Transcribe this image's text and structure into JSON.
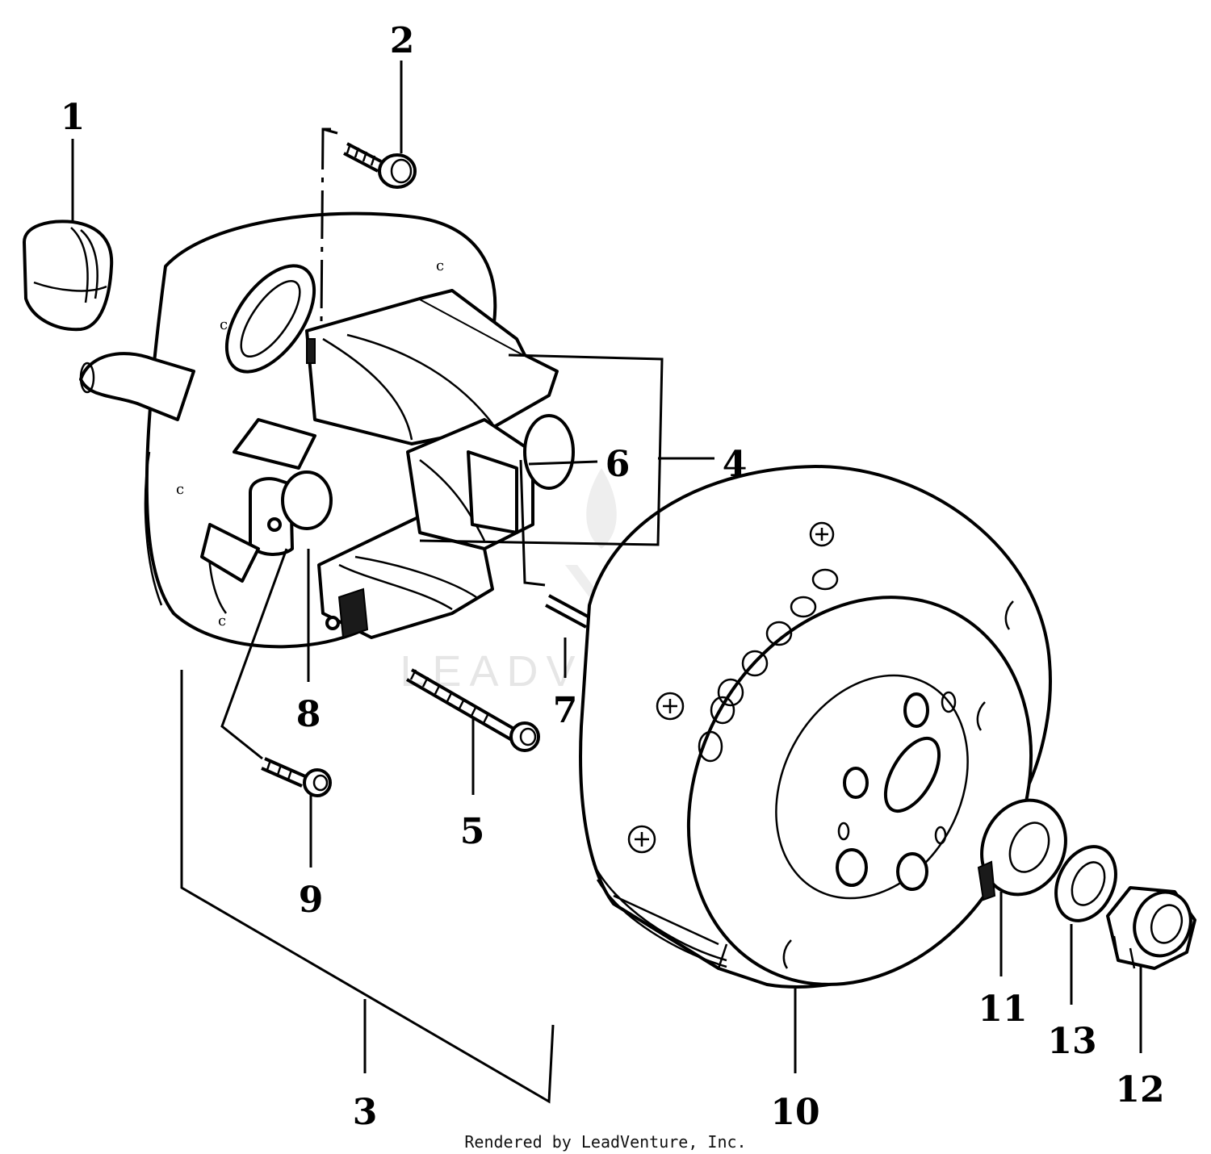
{
  "callouts": {
    "c1": "1",
    "c2": "2",
    "c3": "3",
    "c4": "4",
    "c5": "5",
    "c6": "6",
    "c7": "7",
    "c8": "8",
    "c9": "9",
    "c10": "10",
    "c11": "11",
    "c12": "12",
    "c13": "13"
  },
  "watermark": "LEADVENTURE",
  "footer": "Rendered by LeadVenture, Inc."
}
